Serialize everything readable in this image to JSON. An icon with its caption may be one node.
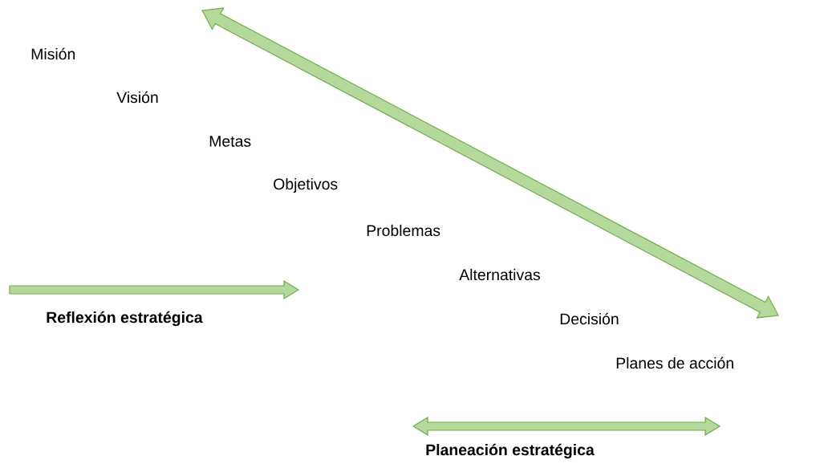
{
  "diagram": {
    "labels": [
      "Misión",
      "Visión",
      "Metas",
      "Objetivos",
      "Problemas",
      "Alternativas",
      "Decisión",
      "Planes de acción",
      "Reflexión estratégica",
      "Planeación estratégica"
    ]
  }
}
